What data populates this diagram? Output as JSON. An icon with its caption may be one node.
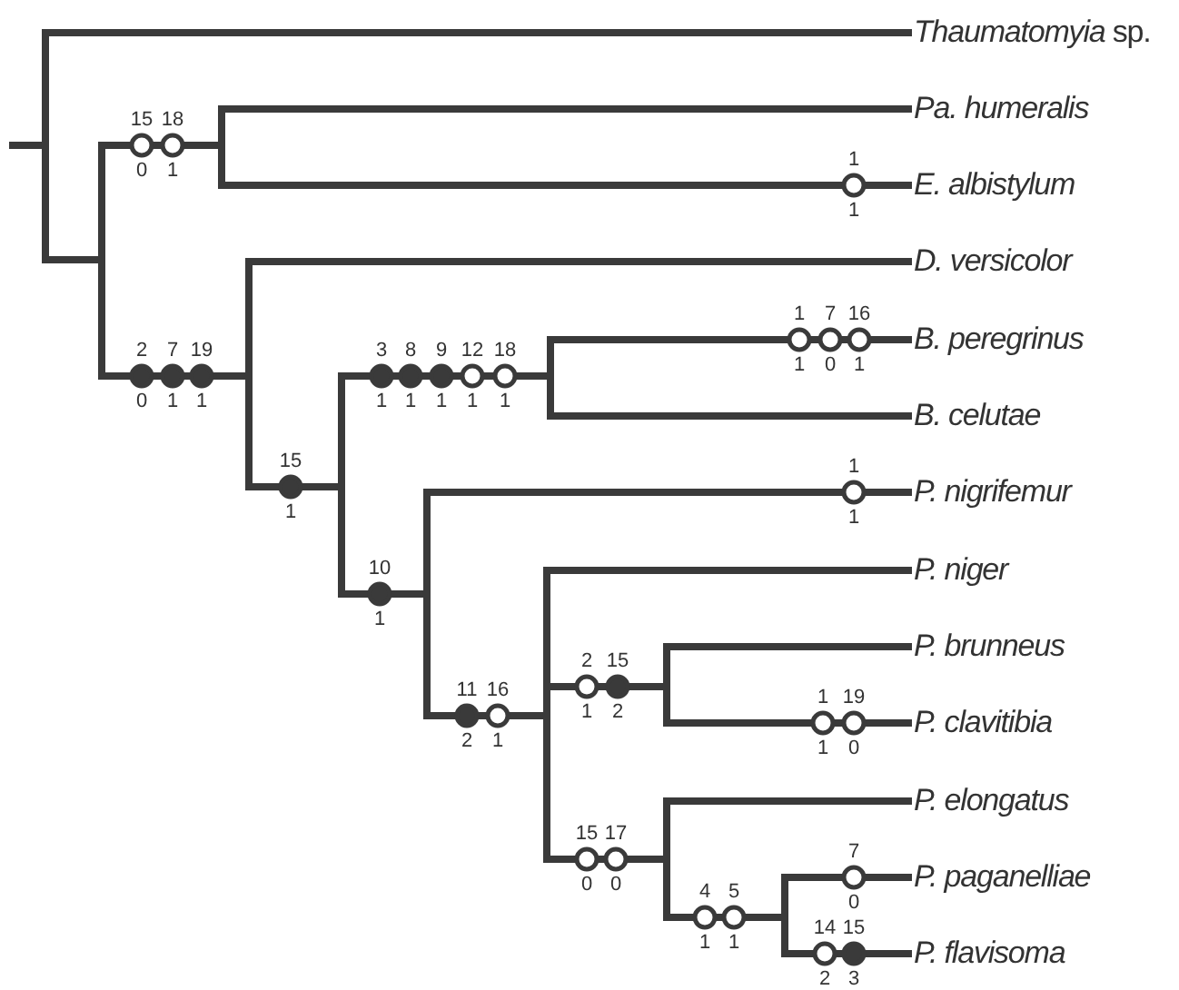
{
  "diagram": {
    "nodes": [
      {
        "text": [
          "*Thaumatomyia* sp."
        ]
      },
      {
        "text": [
          "Pa. humeralis"
        ]
      },
      {
        "text": [
          "E. albistylum"
        ]
      },
      {
        "text": [
          "D. versicolor"
        ]
      },
      {
        "text": [
          "B. peregrinus"
        ]
      },
      {
        "text": [
          "B. celutae"
        ]
      },
      {
        "text": [
          "P. nigrifemur"
        ]
      },
      {
        "text": [
          "P. niger"
        ]
      },
      {
        "text": [
          "P. brunneus"
        ]
      },
      {
        "text": [
          "P. clavitibia"
        ]
      },
      {
        "text": [
          "P. elongatus"
        ]
      },
      {
        "text": [
          "P. paganelliae"
        ]
      },
      {
        "text": [
          "P. flavisoma"
        ]
      },
      {
        "text": [],
        "shape": "bar"
      },
      {
        "text": [],
        "shape": "bar"
      },
      {
        "text": [],
        "shape": "bar"
      },
      {
        "text": [],
        "shape": "bar"
      },
      {
        "text": [],
        "shape": "bar"
      },
      {
        "text": [],
        "shape": "bar"
      },
      {
        "text": [],
        "shape": "bar"
      },
      {
        "text": [],
        "shape": "bar"
      },
      {
        "text": [],
        "shape": "bar"
      },
      {
        "text": [],
        "shape": "bar"
      },
      {
        "text": [],
        "shape": "bar"
      }
    ],
    "edges": [
      {
        "from": null,
        "to": 13,
        "arrow": "none"
      },
      {
        "from": 13,
        "to": 0,
        "arrow": "none"
      },
      {
        "from": 13,
        "to": 14,
        "arrow": "none"
      },
      {
        "from": 14,
        "to": 15,
        "arrow": "none"
      },
      {
        "from": 14,
        "to": 16,
        "arrow": "none"
      },
      {
        "from": 15,
        "to": 1,
        "arrow": "none"
      },
      {
        "from": 15,
        "to": 2,
        "arrow": "none"
      },
      {
        "from": 16,
        "to": 3,
        "arrow": "none"
      },
      {
        "from": 16,
        "to": 17,
        "arrow": "none"
      },
      {
        "from": 17,
        "to": 20,
        "arrow": "none"
      },
      {
        "from": 17,
        "to": 18,
        "arrow": "none"
      },
      {
        "from": 20,
        "to": 4,
        "arrow": "none"
      },
      {
        "from": 20,
        "to": 5,
        "arrow": "none"
      },
      {
        "from": 18,
        "to": 6,
        "arrow": "none"
      },
      {
        "from": 18,
        "to": 19,
        "arrow": "none"
      },
      {
        "from": 19,
        "to": 7,
        "arrow": "none"
      },
      {
        "from": 19,
        "to": 21,
        "arrow": "none"
      },
      {
        "from": 19,
        "to": 22,
        "arrow": "none"
      },
      {
        "from": 21,
        "to": 8,
        "arrow": "none"
      },
      {
        "from": 21,
        "to": 9,
        "arrow": "none"
      },
      {
        "from": 22,
        "to": 10,
        "arrow": "none"
      },
      {
        "from": 22,
        "to": 23,
        "arrow": "none"
      },
      {
        "from": 23,
        "to": 11,
        "arrow": "none"
      },
      {
        "from": 23,
        "to": 12,
        "arrow": "none"
      }
    ],
    "labels": [
      "15",
      "0",
      "18",
      "1",
      "1",
      "1",
      "1",
      "1",
      "7",
      "0",
      "16",
      "1",
      "2",
      "0",
      "7",
      "1",
      "19",
      "1",
      "3",
      "1",
      "8",
      "1",
      "9",
      "1",
      "12",
      "1",
      "18",
      "1",
      "15",
      "1",
      "1",
      "1",
      "10",
      "1",
      "2",
      "1",
      "15",
      "2",
      "11",
      "2",
      "16",
      "1",
      "1",
      "1",
      "19",
      "0",
      "15",
      "0",
      "17",
      "0",
      "7",
      "0",
      "4",
      "1",
      "5",
      "1",
      "14",
      "2",
      "15",
      "3"
    ]
  }
}
